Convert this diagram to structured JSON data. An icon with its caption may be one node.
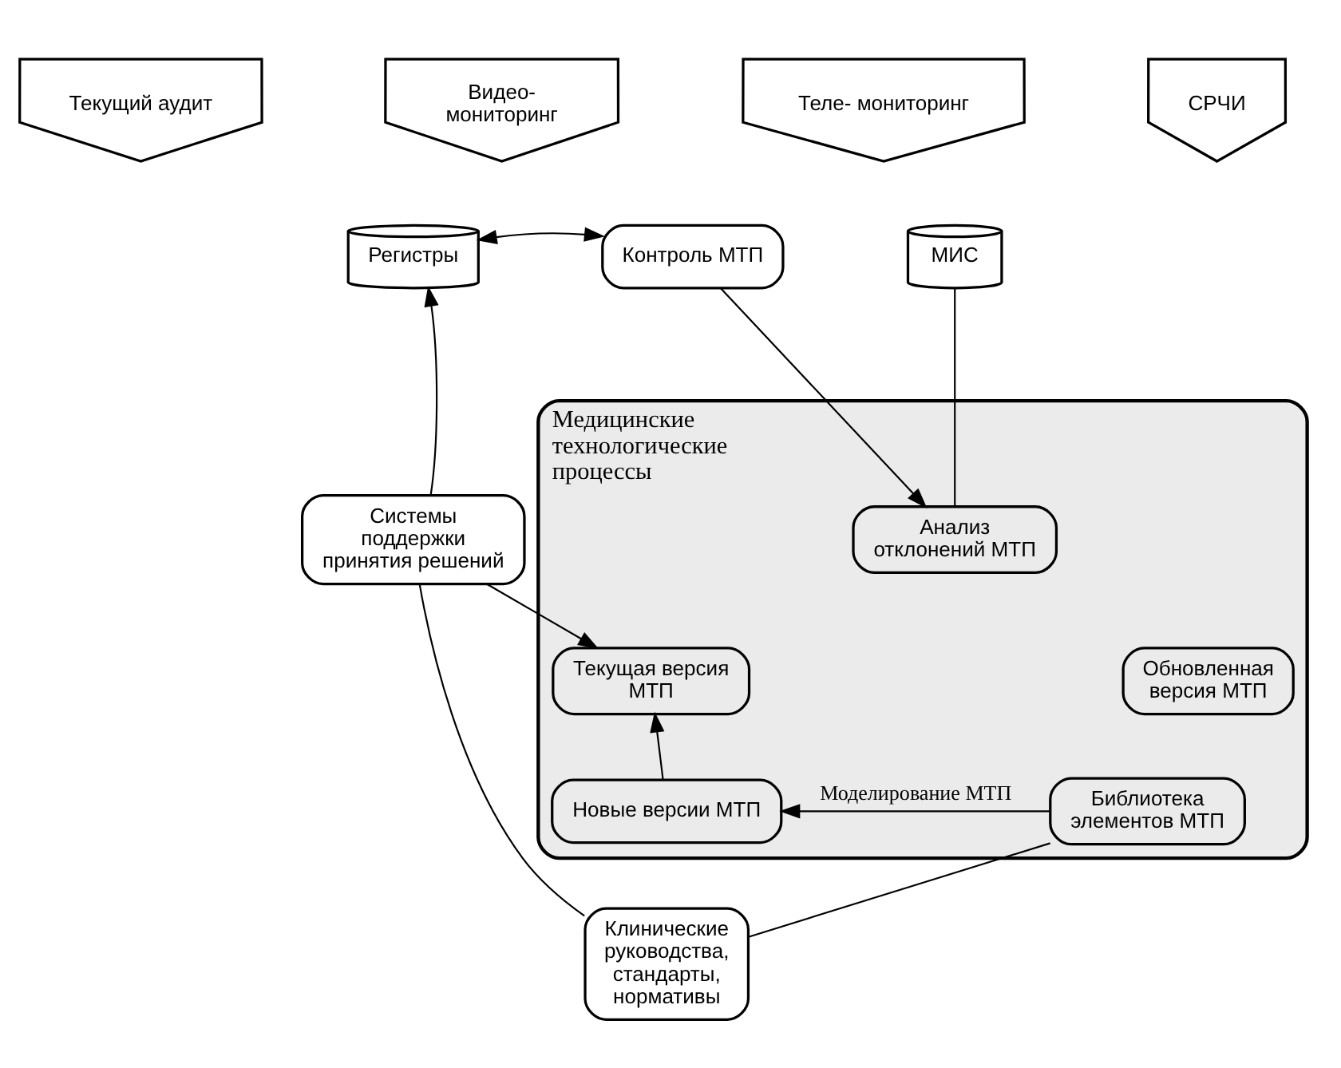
{
  "diagram": {
    "nodes": [
      {
        "text": [
          "Текущий аудит"
        ]
      },
      {
        "text": [
          "Видео- мониторинг"
        ]
      },
      {
        "text": [
          "Теле- мониторинг"
        ]
      },
      {
        "text": [
          "СРЧИ"
        ]
      },
      {
        "text": [
          "Регистры"
        ]
      },
      {
        "text": [
          "Контроль МТП"
        ]
      },
      {
        "text": [
          "МИС"
        ]
      },
      {
        "text": [
          "Медицинские технологические процессы"
        ]
      },
      {
        "text": [
          "Анализ отклонений МТП"
        ],
        "in": 7
      },
      {
        "text": [
          "Текущая версия МТП"
        ],
        "in": 7
      },
      {
        "text": [
          "Обновленная версия МТП"
        ],
        "in": 7
      },
      {
        "text": [
          "Новые версии МТП"
        ],
        "in": 7
      },
      {
        "text": [
          "Библиотека элементов МТП"
        ],
        "in": 7
      },
      {
        "text": [
          "Системы поддержки принятия решений"
        ]
      },
      {
        "text": [
          "Клинические руководства, стандарты, нормативы"
        ]
      }
    ],
    "edges": [
      {
        "from": 4,
        "to": 5,
        "arrow": "both"
      },
      {
        "from": 5,
        "to": 8,
        "arrow": "to"
      },
      {
        "from": 6,
        "to": 8,
        "arrow": "none"
      },
      {
        "from": 13,
        "to": 4,
        "arrow": "to"
      },
      {
        "from": 13,
        "to": 9,
        "arrow": "to"
      },
      {
        "from": 11,
        "to": 9,
        "arrow": "to"
      },
      {
        "from": 12,
        "to": 11,
        "arrow": "to",
        "label": "Моделирование МТП"
      },
      {
        "from": 12,
        "to": 14,
        "arrow": "none"
      },
      {
        "from": 13,
        "to": 14,
        "arrow": "none"
      }
    ]
  }
}
